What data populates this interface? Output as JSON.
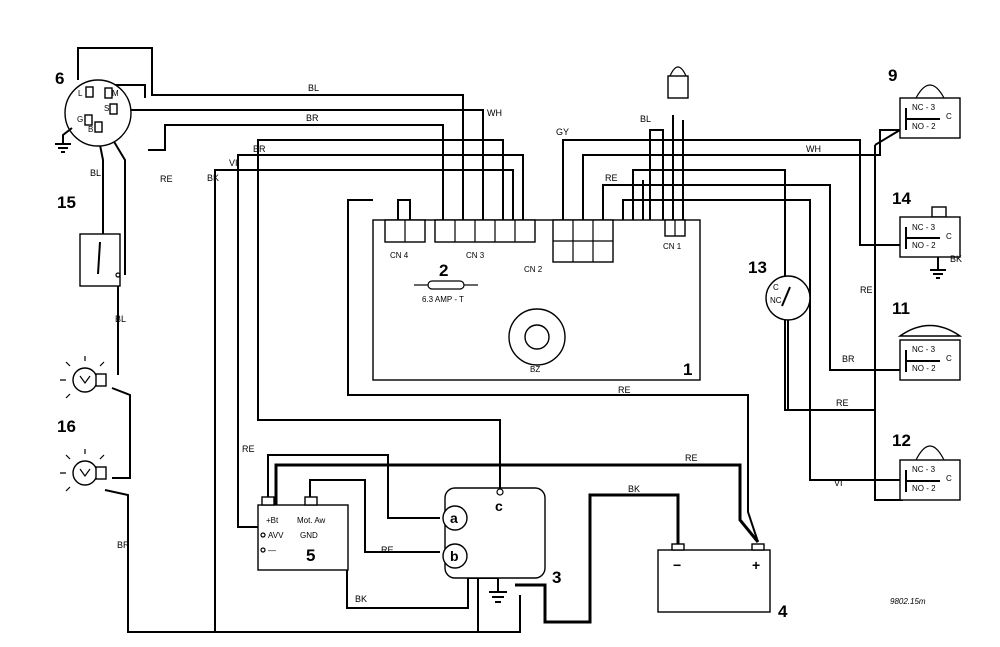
{
  "component_numbers": {
    "c1": "1",
    "c2": "2",
    "c3": "3",
    "c4": "4",
    "c5": "5",
    "c6": "6",
    "c9": "9",
    "c11": "11",
    "c12": "12",
    "c13": "13",
    "c14": "14",
    "c15": "15",
    "c16": "16"
  },
  "wire_colors": {
    "bl_top": "BL",
    "wh_top": "WH",
    "br_top": "BR",
    "gy_top": "GY",
    "bl_cn1": "BL",
    "br_left": "BR",
    "vi_left": "VI",
    "bk_left": "BK",
    "re_cn2": "RE",
    "wh_right": "WH",
    "bl_15": "BL",
    "re_6": "RE",
    "bl_16": "BL",
    "br_16": "BR",
    "re_frame": "RE",
    "re_right": "RE",
    "re_mid": "RE",
    "br_sw11": "BR",
    "vi_sw12": "VI",
    "re_top5": "RE",
    "re_long": "RE",
    "re_3b": "RE",
    "bk_batt": "BK",
    "bk_bottom": "BK",
    "bk_14": "BK"
  },
  "module_1": {
    "connectors": {
      "cn4": "CN 4",
      "cn3": "CN 3",
      "cn2": "CN 2",
      "cn1": "CN 1"
    },
    "fuse_label": "6.3 AMP - T",
    "buzzer_label": "BZ"
  },
  "module_5": {
    "pins": {
      "bt": "+Bt",
      "mot": "Mot. Aw",
      "avv": "AVV",
      "gnd": "GND",
      "minus": "—"
    }
  },
  "solenoid_3": {
    "a": "a",
    "b": "b",
    "c": "c"
  },
  "battery_4": {
    "minus": "−",
    "plus": "+"
  },
  "ignition_6": {
    "pins": {
      "l": "L",
      "m": "M",
      "s": "S",
      "g": "G",
      "b": "B"
    }
  },
  "switch_contacts": {
    "nc": "NC - 3",
    "no": "NO - 2",
    "c": "C",
    "nc_1": "NC",
    "c_13": "C"
  },
  "reference_code": "9802.15m"
}
